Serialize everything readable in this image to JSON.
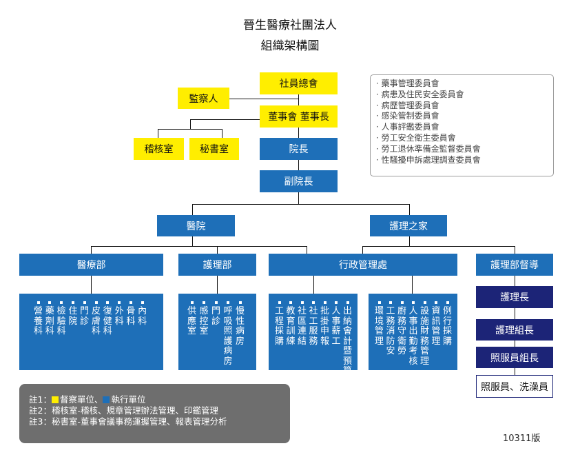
{
  "title": "晉生醫療社團法人",
  "subtitle": "組織架構圖",
  "nodes": {
    "assembly": "社員總會",
    "supervisor": "監察人",
    "board": "董事會 董事長",
    "audit": "稽核室",
    "secretary": "秘書室",
    "director": "院長",
    "vice_director": "副院長",
    "hospital": "醫院",
    "nursing_home": "護理之家",
    "medical_dept": "醫療部",
    "nursing_dept": "護理部",
    "admin_dept": "行政管理處",
    "nursing_supervision": "護理部督導",
    "head_nurse": "護理長",
    "team_leader": "護理組長",
    "care_lead": "照服員組長",
    "care_staff": "照服員、洗澡員"
  },
  "medical_units": [
    "營養科",
    "藥劑科",
    "檢驗科",
    "住院",
    "門診",
    "皮膚科",
    "復健科",
    "外科",
    "骨科",
    "內科"
  ],
  "nursing_units": [
    "供應室",
    "感控室",
    "門診",
    "呼吸照護病房",
    "慢性病房"
  ],
  "admin_units": [
    "工程採購",
    "教育訓練",
    "社區連結",
    "社工服務",
    "批掛申報",
    "人事薪工",
    "出納會計暨預算"
  ],
  "home_units": [
    "環境管理",
    "工務消防安",
    "廚務守衛勞",
    "人事出勤考核",
    "設施財務管理",
    "資訊管理",
    "例行採購"
  ],
  "committees": [
    "藥事管理委員會",
    "病患及住民安全委員會",
    "病歷管理委員會",
    "感染管制委員會",
    "人事評鑑委員會",
    "勞工安全衛生委員會",
    "勞工退休準備金監督委員會",
    "性騷擾申訴處理調查委員會"
  ],
  "notes": {
    "note1_prefix": "註1：",
    "note1_supervise": "督察單位、",
    "note1_execute": "執行單位",
    "note2": "註2：稽核室-稽核、規章管理辦法管理、印鑑管理",
    "note3": "註3：秘書室-董事會議事務運握管理、報表管理分析"
  },
  "version": "10311版",
  "colors": {
    "supervise": "#ffee00",
    "execute": "#1e6fb8",
    "navy": "#1c2477"
  }
}
